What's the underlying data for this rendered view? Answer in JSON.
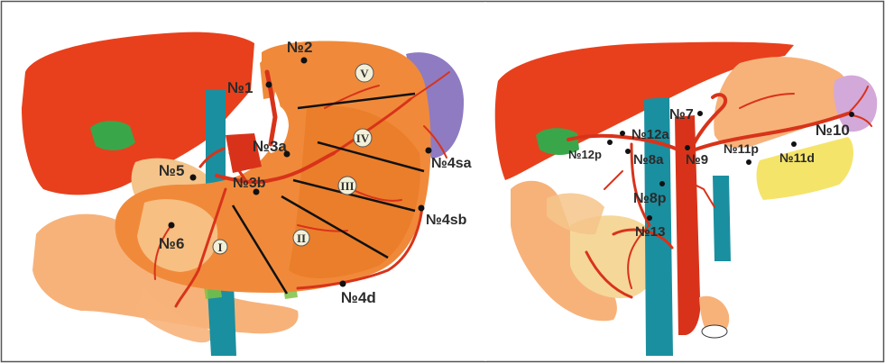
{
  "colors": {
    "frame": "#555555",
    "liver": "#e8401c",
    "stomach": "#f08a3a",
    "stomach_dark": "#e8761f",
    "pancreas": "#f7b27a",
    "spleen": "#8e7bc2",
    "spleen_light": "#d3a9d9",
    "gallbladder": "#3aa64a",
    "vein": "#1a8fa0",
    "artery": "#d8331a",
    "duodenum": "#f4c48a",
    "tail_pancreas": "#f5e46a",
    "node": "#111111",
    "label": "#2b2b2b"
  },
  "left_panel": {
    "stations": [
      {
        "id": "n1",
        "label": "№1"
      },
      {
        "id": "n2",
        "label": "№2"
      },
      {
        "id": "n3a",
        "label": "№3a"
      },
      {
        "id": "n3b",
        "label": "№3b"
      },
      {
        "id": "n4sa",
        "label": "№4sa"
      },
      {
        "id": "n4sb",
        "label": "№4sb"
      },
      {
        "id": "n4d",
        "label": "№4d"
      },
      {
        "id": "n5",
        "label": "№5"
      },
      {
        "id": "n6",
        "label": "№6"
      }
    ],
    "zones": [
      {
        "id": "z1",
        "label": "I"
      },
      {
        "id": "z2",
        "label": "II"
      },
      {
        "id": "z3",
        "label": "III"
      },
      {
        "id": "z4",
        "label": "IV"
      },
      {
        "id": "z5",
        "label": "V"
      }
    ]
  },
  "right_panel": {
    "stations": [
      {
        "id": "n7",
        "label": "№7"
      },
      {
        "id": "n8a",
        "label": "№8a"
      },
      {
        "id": "n8p",
        "label": "№8p"
      },
      {
        "id": "n9",
        "label": "№9"
      },
      {
        "id": "n10",
        "label": "№10"
      },
      {
        "id": "n11p",
        "label": "№11p"
      },
      {
        "id": "n11d",
        "label": "№11d"
      },
      {
        "id": "n12a",
        "label": "№12a"
      },
      {
        "id": "n12p",
        "label": "№12p"
      },
      {
        "id": "n13",
        "label": "№13"
      }
    ]
  }
}
